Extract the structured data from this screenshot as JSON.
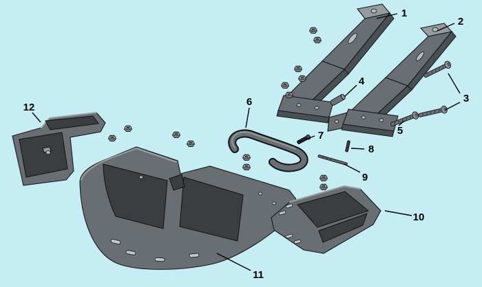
{
  "diagram": {
    "colors": {
      "background": "#c6edf3",
      "part": "#686e72",
      "part_light": "#959ca0",
      "part_dark": "#4a4f53",
      "panel": "#3a3e41",
      "line": "#000000"
    },
    "callouts": [
      {
        "label": "1"
      },
      {
        "label": "2"
      },
      {
        "label": "3"
      },
      {
        "label": "4"
      },
      {
        "label": "5"
      },
      {
        "label": "6"
      },
      {
        "label": "7"
      },
      {
        "label": "8"
      },
      {
        "label": "9"
      },
      {
        "label": "10"
      },
      {
        "label": "11"
      },
      {
        "label": "12"
      }
    ]
  }
}
